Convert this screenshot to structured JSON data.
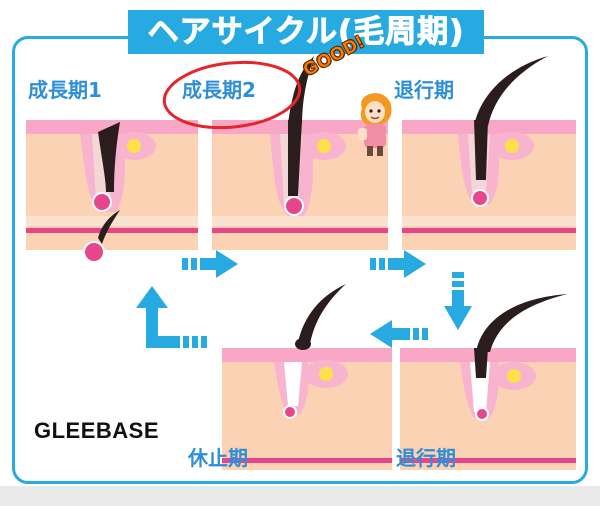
{
  "title": "ヘアサイクル(毛周期)",
  "stages": {
    "anagen1": "成長期1",
    "anagen2": "成長期2",
    "catagen_top": "退行期",
    "telogen": "休止期",
    "catagen_bottom": "退行期"
  },
  "callout": "GOOD!",
  "brand": "GLEEBASE",
  "colors": {
    "accent": "#27a9e1",
    "highlight_circle": "#e3262b",
    "skin": "#fbd2b4",
    "epidermis": "#f8a8c6",
    "hair": "#2b1d1d",
    "papilla": "#e8468a"
  },
  "icons": [
    "arrow-right-icon",
    "arrow-down-icon",
    "arrow-left-icon",
    "arrow-up-icon",
    "mascot-thumbs-up-icon"
  ]
}
